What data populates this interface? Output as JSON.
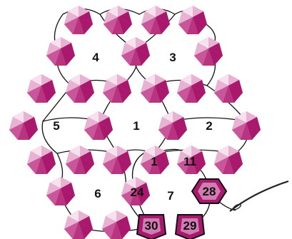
{
  "colors": {
    "dark": "#a8196e",
    "medium": "#c9569b",
    "light": "#e8b3d3",
    "pale": "#f7e1ee",
    "thread": "#111111",
    "needle": "#222222"
  },
  "cell_labels": [
    {
      "id": "c1",
      "text": "1"
    },
    {
      "id": "c2",
      "text": "2"
    },
    {
      "id": "c3",
      "text": "3"
    },
    {
      "id": "c4",
      "text": "4"
    },
    {
      "id": "c5",
      "text": "5"
    },
    {
      "id": "c6",
      "text": "6"
    },
    {
      "id": "c7",
      "text": "7"
    }
  ],
  "bead_labels": [
    {
      "id": "b1",
      "text": "1"
    },
    {
      "id": "b11",
      "text": "11"
    },
    {
      "id": "b24",
      "text": "24"
    },
    {
      "id": "b28",
      "text": "28"
    },
    {
      "id": "b29",
      "text": "29"
    },
    {
      "id": "b30",
      "text": "30"
    }
  ],
  "icons": {
    "beads": "bicone-crystal-bead-icon",
    "needle": "needle-icon"
  }
}
